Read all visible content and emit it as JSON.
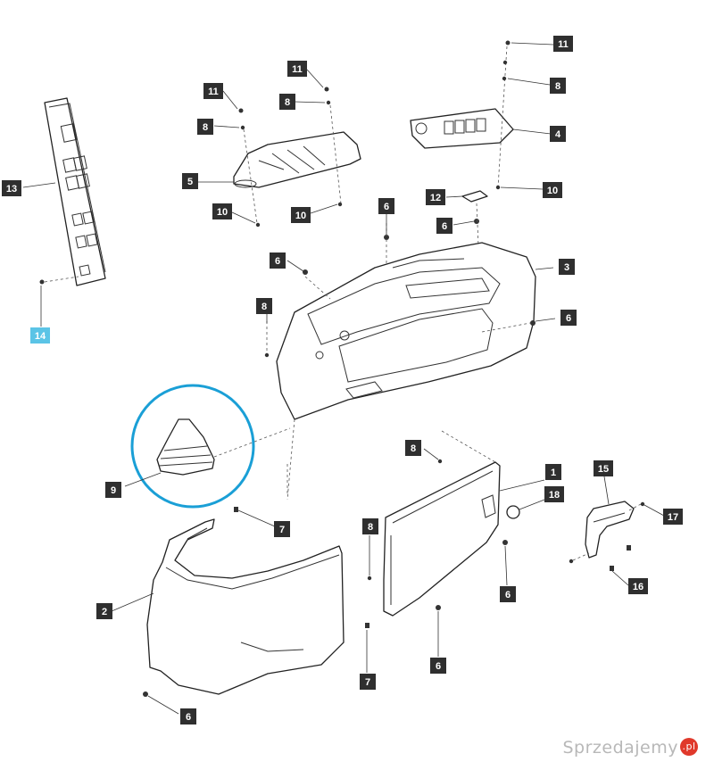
{
  "callouts": [
    {
      "id": "c1",
      "label": "1"
    },
    {
      "id": "c2",
      "label": "2"
    },
    {
      "id": "c3",
      "label": "3"
    },
    {
      "id": "c4",
      "label": "4"
    },
    {
      "id": "c5",
      "label": "5"
    },
    {
      "id": "c6a",
      "label": "6"
    },
    {
      "id": "c6b",
      "label": "6"
    },
    {
      "id": "c6c",
      "label": "6"
    },
    {
      "id": "c6d",
      "label": "6"
    },
    {
      "id": "c6e",
      "label": "6"
    },
    {
      "id": "c6f",
      "label": "6"
    },
    {
      "id": "c6g",
      "label": "6"
    },
    {
      "id": "c7a",
      "label": "7"
    },
    {
      "id": "c7b",
      "label": "7"
    },
    {
      "id": "c8a",
      "label": "8"
    },
    {
      "id": "c8b",
      "label": "8"
    },
    {
      "id": "c8c",
      "label": "8"
    },
    {
      "id": "c8d",
      "label": "8"
    },
    {
      "id": "c8e",
      "label": "8"
    },
    {
      "id": "c8f",
      "label": "8"
    },
    {
      "id": "c9",
      "label": "9"
    },
    {
      "id": "c10a",
      "label": "10"
    },
    {
      "id": "c10b",
      "label": "10"
    },
    {
      "id": "c10c",
      "label": "10"
    },
    {
      "id": "c11a",
      "label": "11"
    },
    {
      "id": "c11b",
      "label": "11"
    },
    {
      "id": "c11c",
      "label": "11"
    },
    {
      "id": "c12",
      "label": "12"
    },
    {
      "id": "c13",
      "label": "13"
    },
    {
      "id": "c14",
      "label": "14"
    },
    {
      "id": "c15",
      "label": "15"
    },
    {
      "id": "c16",
      "label": "16"
    },
    {
      "id": "c17",
      "label": "17"
    },
    {
      "id": "c18",
      "label": "18"
    }
  ],
  "highlight": {
    "callout": "14",
    "color": "#5bc4e6",
    "circled_part": "9",
    "circle_color": "#1a9fd6"
  },
  "watermark": {
    "text": "Sprzedajemy",
    "badge": ".pl"
  }
}
